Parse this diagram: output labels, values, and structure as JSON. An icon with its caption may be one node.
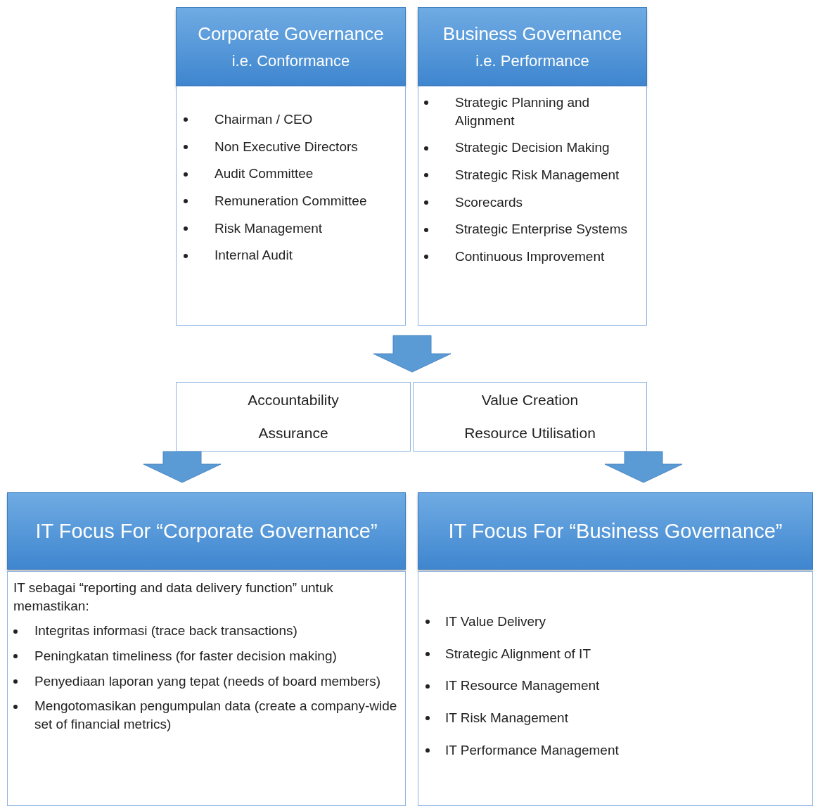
{
  "diagram": {
    "nodes": [
      {
        "text": [
          "Corporate Governance",
          "i.e. Conformance"
        ]
      },
      {
        "text": [
          "Chairman / CEO",
          "Non Executive Directors",
          "Audit Committee",
          "Remuneration Committee",
          "Risk Management",
          "Internal Audit"
        ]
      },
      {
        "text": [
          "Business Governance",
          "i.e. Performance"
        ]
      },
      {
        "text": [
          "Strategic Planning and Alignment",
          "Strategic Decision Making",
          "Strategic Risk Management",
          "Scorecards",
          "Strategic Enterprise Systems",
          "Continuous Improvement"
        ]
      },
      {
        "text": [
          "Accountability",
          "Assurance"
        ]
      },
      {
        "text": [
          "Value Creation",
          "Resource Utilisation"
        ]
      },
      {
        "text": [
          "IT Focus For “Corporate Governance”"
        ]
      },
      {
        "text": [
          "IT sebagai “reporting and data delivery function” untuk memastikan:",
          "Integritas informasi (trace back transactions)",
          "Peningkatan timeliness (for faster decision making)",
          "Penyediaan  laporan yang tepat (needs of board members)",
          "Mengotomasikan pengumpulan data (create a company-wide set of financial metrics)"
        ]
      },
      {
        "text": [
          "IT Focus For “Business Governance”"
        ]
      },
      {
        "text": [
          "IT Value Delivery",
          "Strategic Alignment of IT",
          "IT Resource Management",
          "IT Risk Management",
          "IT Performance Management"
        ]
      }
    ],
    "edges": [
      {
        "from": 1,
        "to": 4,
        "arrow": "to"
      },
      {
        "from": 4,
        "to": 6,
        "arrow": "to"
      },
      {
        "from": 5,
        "to": 8,
        "arrow": "to"
      }
    ]
  }
}
